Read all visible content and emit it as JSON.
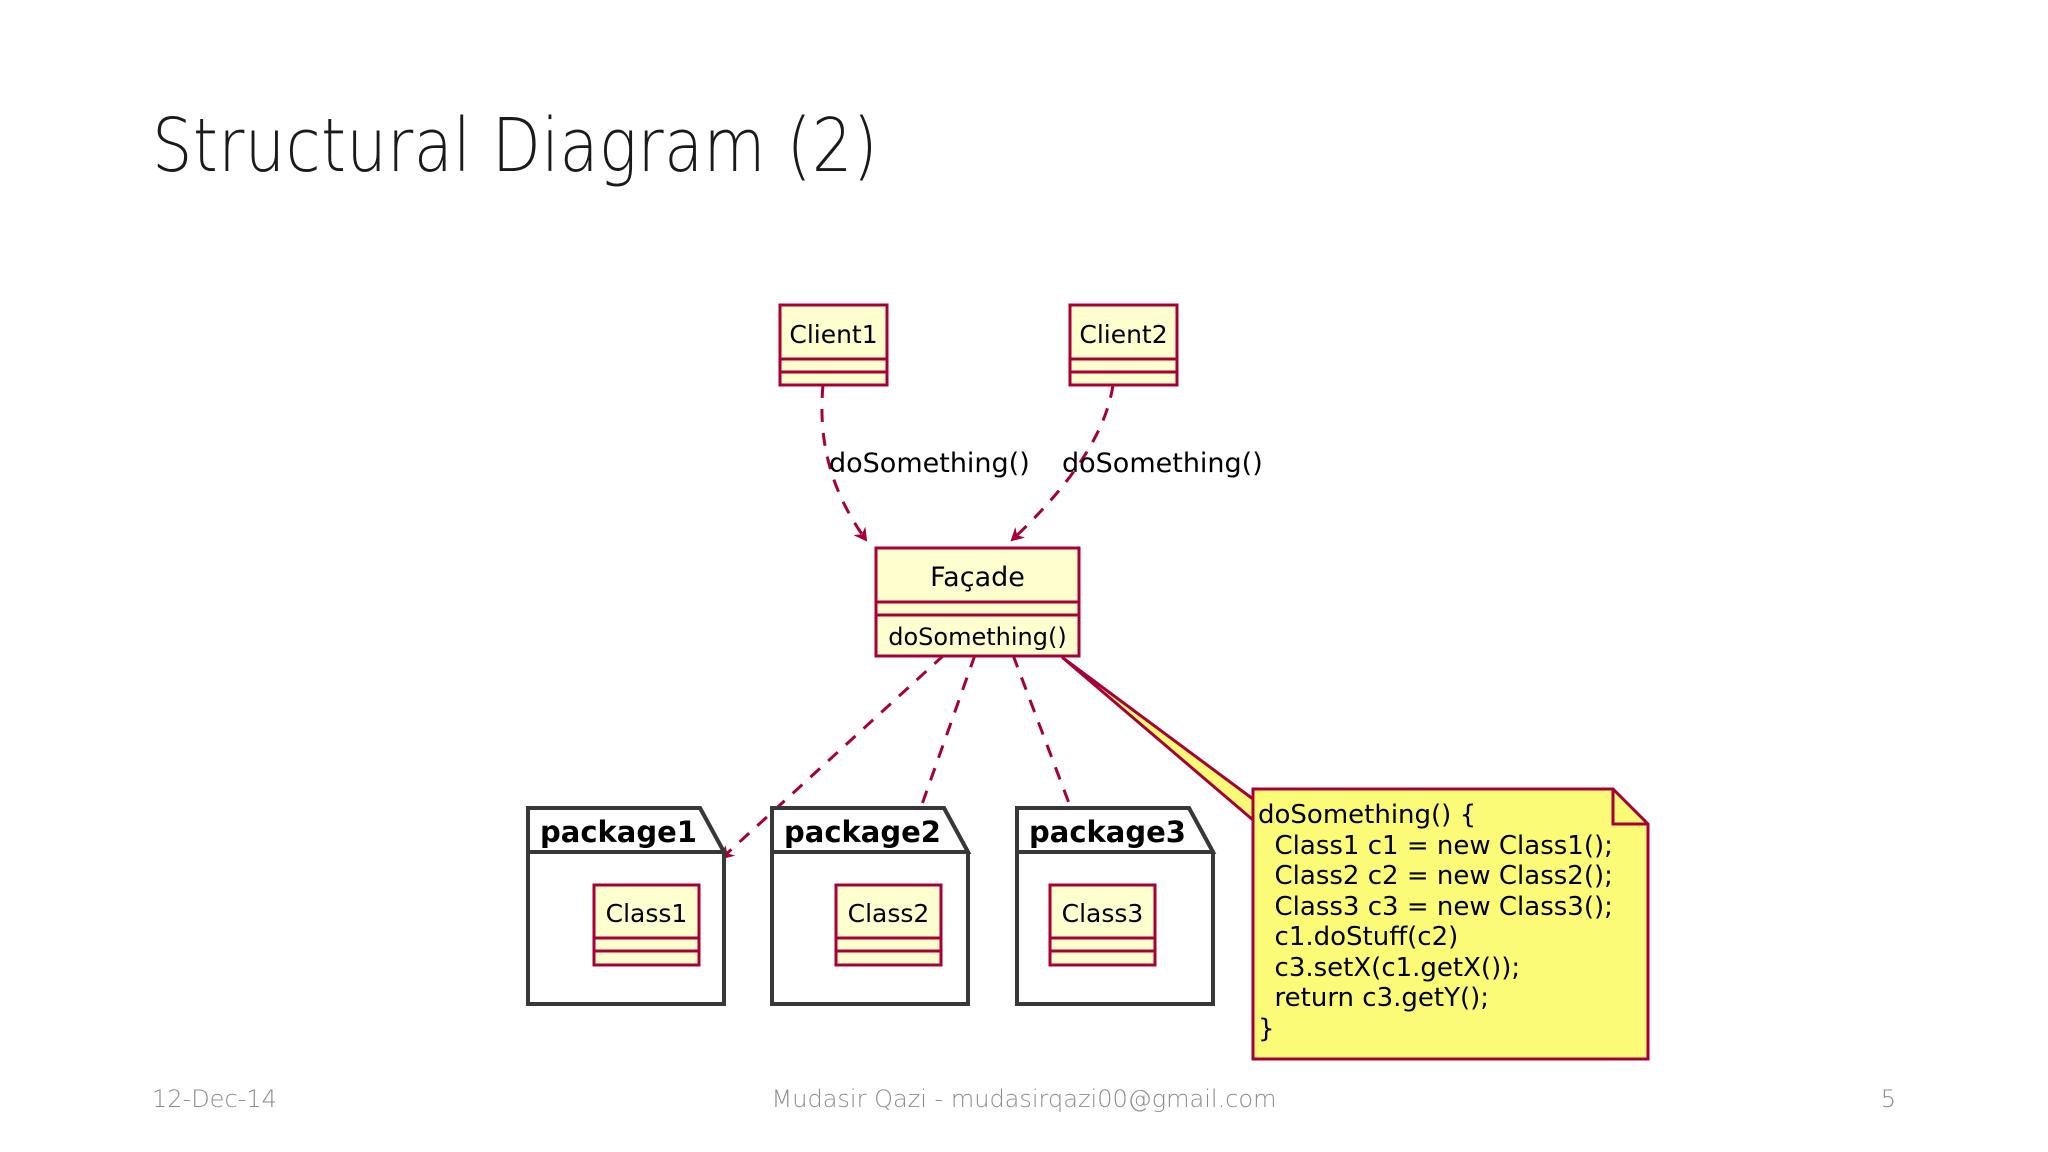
{
  "slide": {
    "title": "Structural Diagram (2)",
    "background": "#ffffff"
  },
  "footer": {
    "date": "12-Dec-14",
    "center": "Mudasir Qazi - mudasirqazi00@gmail.com",
    "page_number": "5"
  },
  "palette": {
    "class_fill": "#FEFECE",
    "class_border": "#A80036",
    "note_fill": "#FBFB77",
    "note_border": "#A80036",
    "package_border": "#383838",
    "package_fill": "#FFFFFF",
    "edge": "#A80036",
    "text": "#000000",
    "footer_text": "#8c8c8c"
  },
  "diagram": {
    "type": "uml-class-diagram",
    "pattern": "Facade",
    "classes": [
      {
        "id": "client1",
        "name": "Client1",
        "attributes": [],
        "methods": []
      },
      {
        "id": "client2",
        "name": "Client2",
        "attributes": [],
        "methods": []
      },
      {
        "id": "facade",
        "name": "Façade",
        "attributes": [],
        "methods": [
          "doSomething()"
        ]
      },
      {
        "id": "class1",
        "name": "Class1",
        "attributes": [],
        "methods": []
      },
      {
        "id": "class2",
        "name": "Class2",
        "attributes": [],
        "methods": []
      },
      {
        "id": "class3",
        "name": "Class3",
        "attributes": [],
        "methods": []
      }
    ],
    "packages": [
      {
        "id": "package1",
        "name": "package1",
        "contains": "class1"
      },
      {
        "id": "package2",
        "name": "package2",
        "contains": "class2"
      },
      {
        "id": "package3",
        "name": "package3",
        "contains": "class3"
      }
    ],
    "edges": [
      {
        "from": "client1",
        "to": "facade",
        "style": "dashed",
        "arrow": "open",
        "label": "doSomething()"
      },
      {
        "from": "client2",
        "to": "facade",
        "style": "dashed",
        "arrow": "open",
        "label": "doSomething()"
      },
      {
        "from": "facade",
        "to": "class1",
        "style": "dashed",
        "arrow": "open",
        "label": ""
      },
      {
        "from": "facade",
        "to": "class2",
        "style": "dashed",
        "arrow": "open",
        "label": ""
      },
      {
        "from": "facade",
        "to": "class3",
        "style": "dashed",
        "arrow": "open",
        "label": ""
      },
      {
        "from": "facade",
        "to": "note1",
        "style": "anchor",
        "arrow": "none",
        "label": ""
      }
    ],
    "notes": [
      {
        "id": "note1",
        "attached_to": "facade",
        "lines": [
          "doSomething() {",
          "  Class1 c1 = new Class1();",
          "  Class2 c2 = new Class2();",
          "  Class3 c3 = new Class3();",
          "  c1.doStuff(c2)",
          "  c3.setX(c1.getX());",
          "  return c3.getY();",
          "}"
        ]
      }
    ]
  }
}
